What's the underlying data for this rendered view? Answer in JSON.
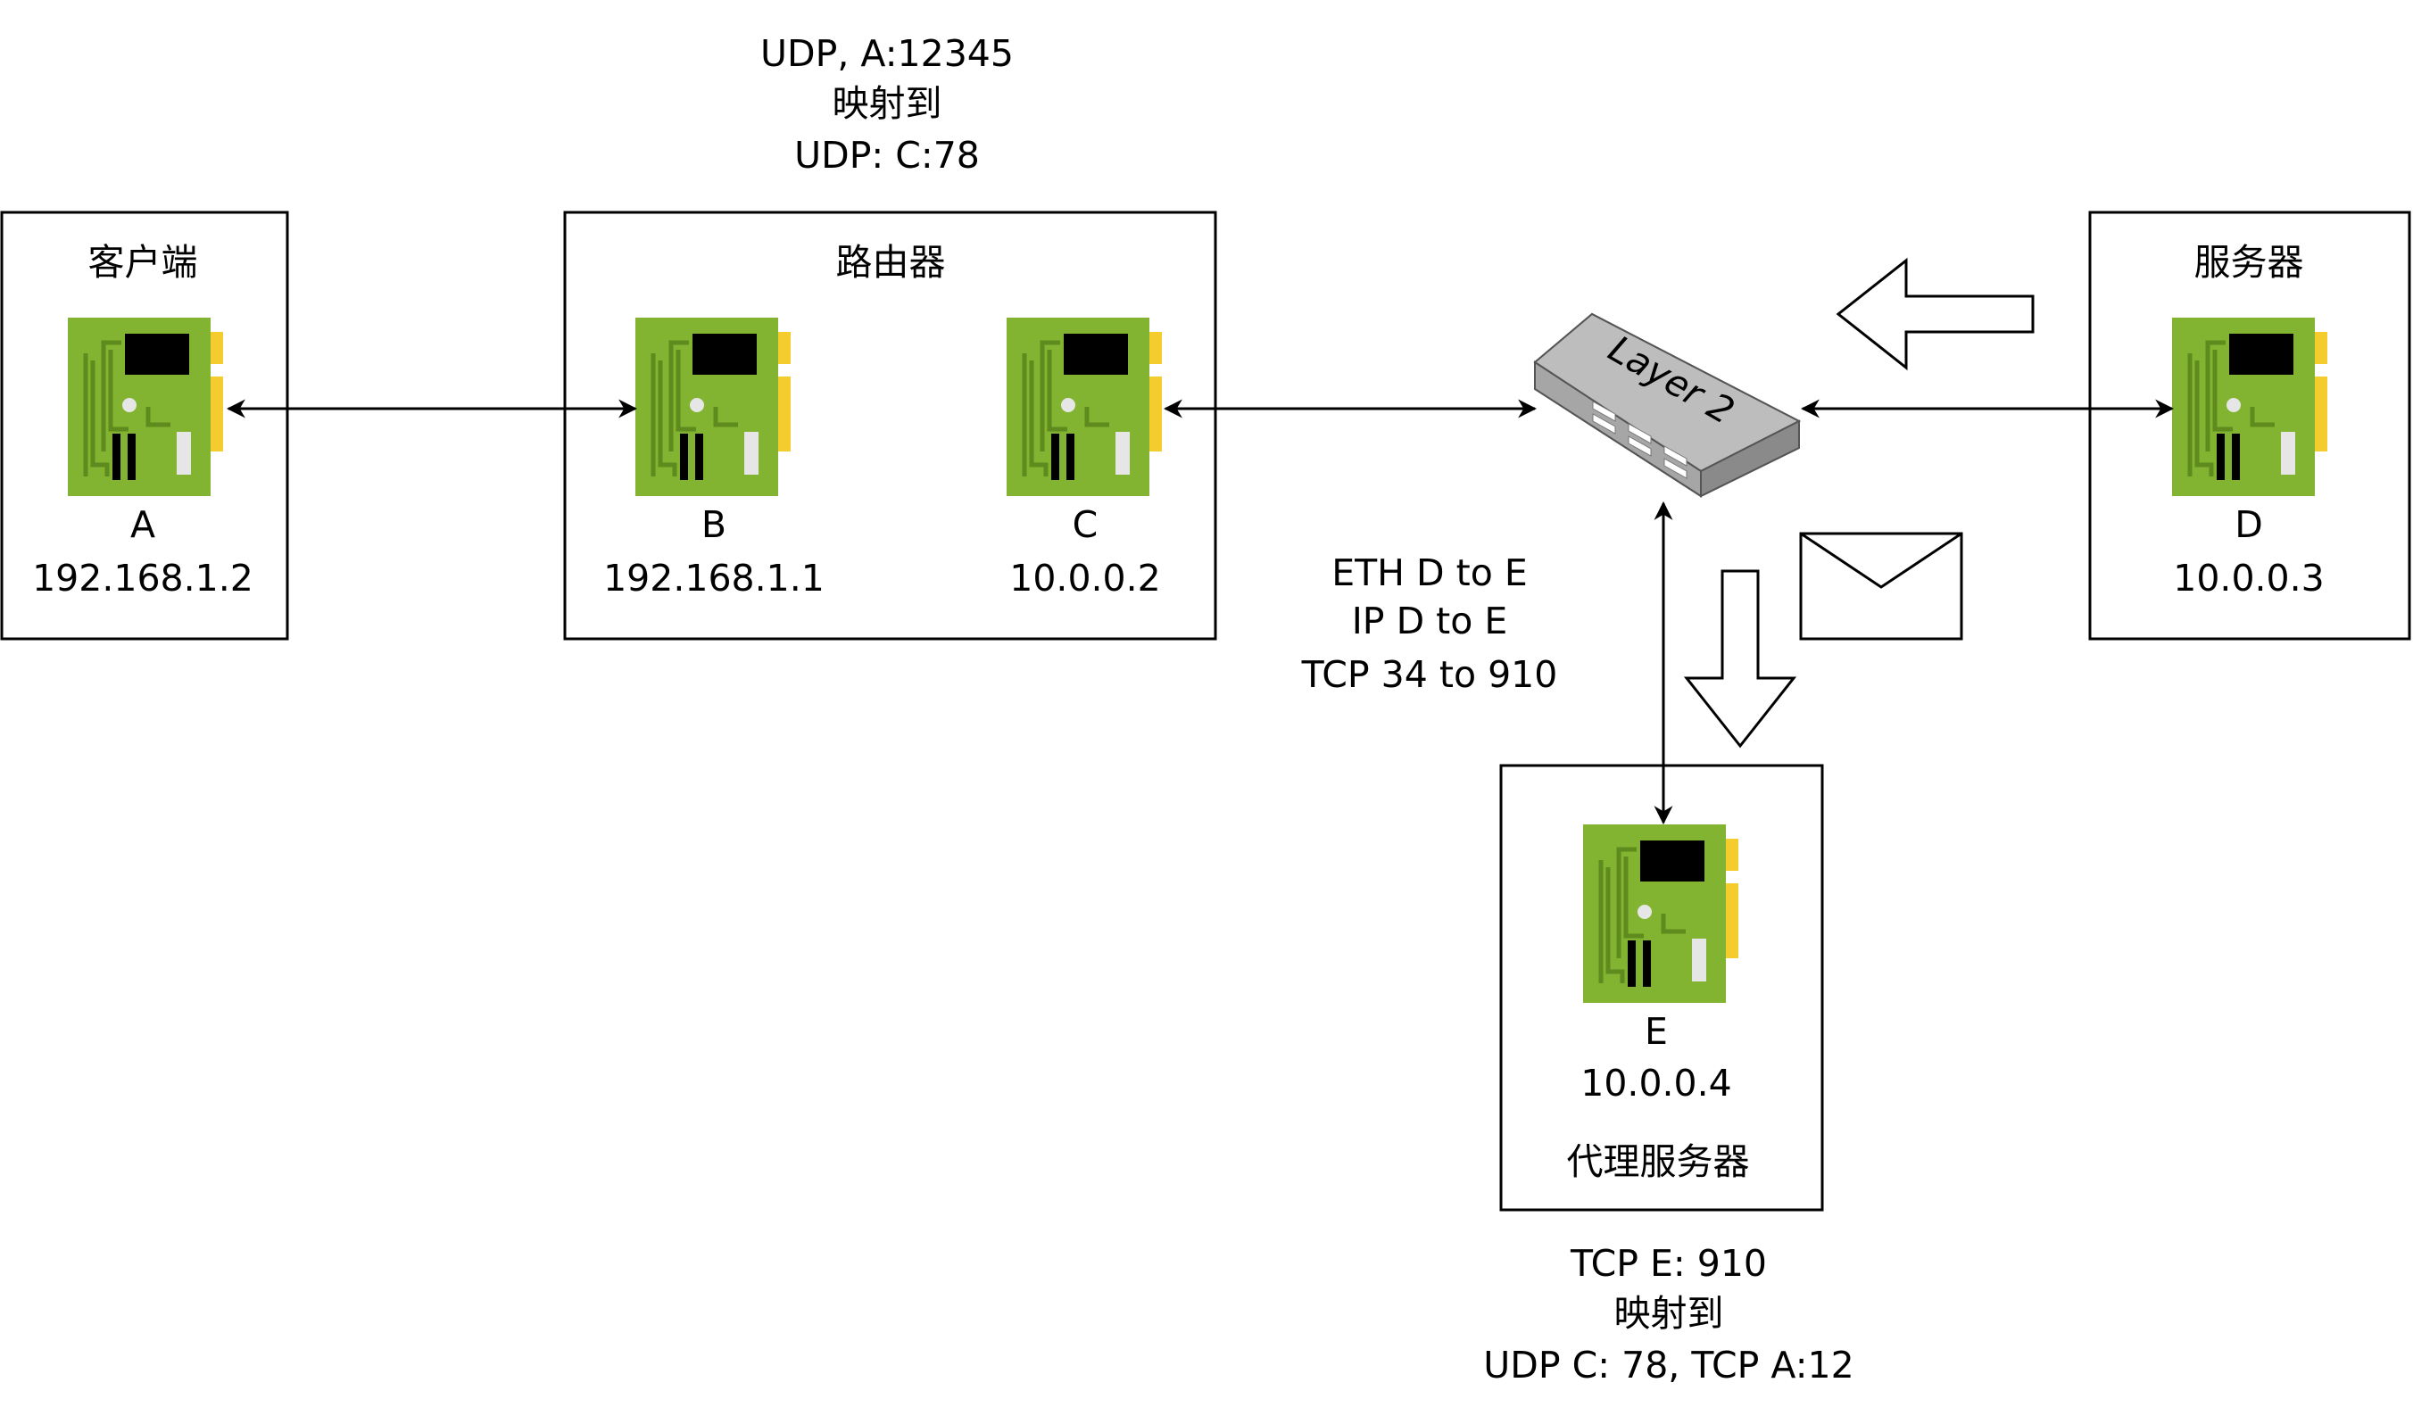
{
  "nodes": {
    "client": {
      "title": "客户端",
      "nic": {
        "name": "A",
        "ip": "192.168.1.2"
      }
    },
    "router": {
      "title": "路由器",
      "nic_b": {
        "name": "B",
        "ip": "192.168.1.1"
      },
      "nic_c": {
        "name": "C",
        "ip": "10.0.0.2"
      }
    },
    "server": {
      "title": "服务器",
      "nic": {
        "name": "D",
        "ip": "10.0.0.3"
      }
    },
    "proxy": {
      "title": "代理服务器",
      "nic": {
        "name": "E",
        "ip": "10.0.0.4"
      }
    },
    "switch": {
      "label": "Layer 2"
    }
  },
  "annotations": {
    "nat_mapping": [
      "UDP, A:12345",
      "映射到",
      "UDP: C:78"
    ],
    "packet_headers": [
      "ETH D to E",
      "IP D to E",
      "TCP 34 to 910"
    ],
    "proxy_mapping": [
      "TCP E: 910",
      "映射到",
      "UDP C: 78, TCP A:12"
    ]
  },
  "colors": {
    "nic_board": "#82b432",
    "nic_trace": "#5e8a1e",
    "nic_connector": "#f5cc2d",
    "nic_chip": "#000000",
    "switch_body": "#b3b3b3",
    "stroke": "#000000",
    "background": "#ffffff"
  },
  "icons": {
    "nic": "network-card-icon",
    "switch": "layer2-switch-icon",
    "message": "envelope-icon",
    "flow_left": "hollow-arrow-left-icon",
    "flow_down": "hollow-arrow-down-icon"
  }
}
